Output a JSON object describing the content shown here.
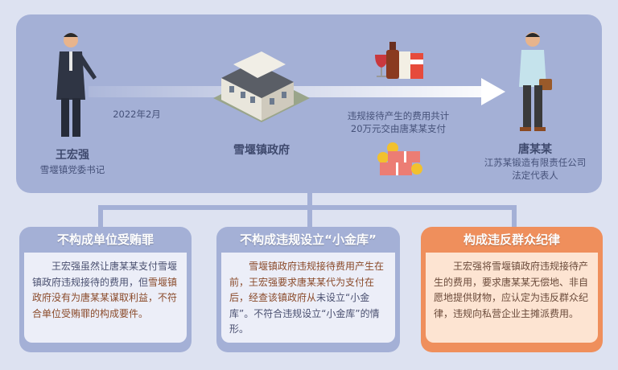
{
  "top": {
    "person_left": {
      "name": "王宏强",
      "title": "雪堰镇党委书记"
    },
    "date": "2022年2月",
    "government": "雪堰镇政府",
    "payment_note_line1": "违规接待产生的费用共计",
    "payment_note_line2": "20万元交由唐某某支付",
    "person_right": {
      "name": "唐某某",
      "title_line1": "江苏某锻造有限责任公司",
      "title_line2": "法定代表人"
    }
  },
  "cards": [
    {
      "title": "不构成单位受贿罪",
      "text_plain": "王宏强虽然让唐某某支付雪堰镇政府违规接待的费用，但",
      "text_highlight": "雪堰镇政府没有为唐某某谋取利益，不符合单位受贿罪的构成要件。"
    },
    {
      "title": "不构成违规设立“小金库”",
      "text_highlight": "雪堰镇政府违规接待费用产生在前，王宏强要求唐某某代为支付在后，经查该镇政府从",
      "text_plain": "未设立“小金库”。不符合违规设立“小金库”的情形。"
    },
    {
      "title": "构成违反群众纪律",
      "text_plain": "王宏强将雪堰镇政府违规接待产生的费用，要求唐某某无偿地、非自愿地提供财物，应认定为违反群众纪律，违规向私营企业主摊派费用。"
    }
  ],
  "colors": {
    "panel": "#a4b0d6",
    "accent": "#ef8f5c",
    "highlight": "#8a4a2a"
  }
}
